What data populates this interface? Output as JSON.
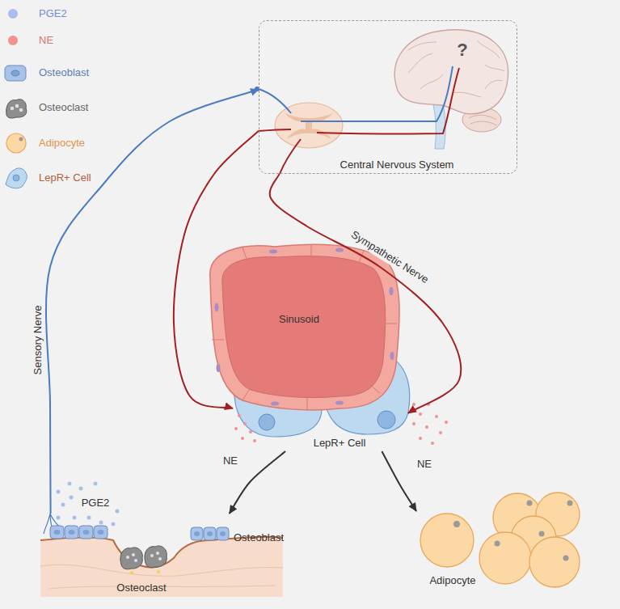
{
  "diagram": {
    "nodes": [
      {
        "text": [
          "Central Nervous System"
        ]
      },
      {
        "text": [
          "Sinusoid"
        ]
      },
      {
        "text": [
          "LepR+ Cell"
        ]
      },
      {
        "text": [
          "Osteoblast",
          "Osteoclast"
        ]
      },
      {
        "text": [
          "Adipocyte"
        ]
      }
    ],
    "edges": [
      {
        "from": 3,
        "to": 0,
        "arrow": "to",
        "label": "Sensory Nerve"
      },
      {
        "from": 0,
        "to": 2,
        "arrow": "to"
      },
      {
        "from": 0,
        "to": 2,
        "arrow": "to",
        "label": "Sympathetic Nerve"
      },
      {
        "from": 2,
        "to": 3,
        "arrow": "to"
      },
      {
        "from": 2,
        "to": 4,
        "arrow": "to"
      }
    ],
    "labels": [
      "?",
      "PGE2",
      "NE",
      "NE"
    ],
    "legend": [
      {
        "text": "PGE2",
        "color": "#a9bfe9"
      },
      {
        "text": "NE",
        "color": "#f29191"
      },
      {
        "text": "Osteoblast"
      },
      {
        "text": "Osteoclast"
      },
      {
        "text": "Adipocyte"
      },
      {
        "text": "LepR+ Cell"
      }
    ]
  }
}
